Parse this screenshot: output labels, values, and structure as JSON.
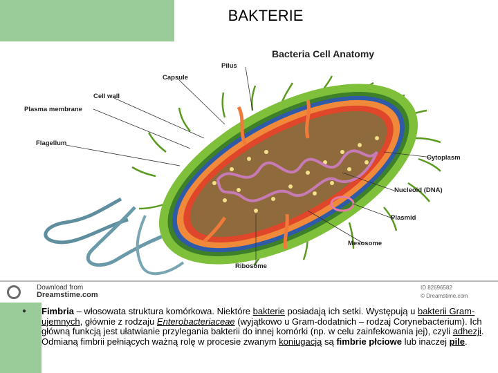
{
  "slide": {
    "title": "BAKTERIE"
  },
  "figure": {
    "title": "Bacteria Cell Anatomy",
    "labels": {
      "pilus": "Pilus",
      "capsule": "Capsule",
      "cell_wall": "Cell wall",
      "plasma_membrane": "Plasma membrane",
      "flagellum": "Flagellum",
      "cytoplasm": "Cytoplasm",
      "nucleoid": "Nucleoid (DNA)",
      "plasmid": "Plasmid",
      "mesosome": "Mesosome",
      "ribosome": "Ribosome"
    },
    "watermark": {
      "line1": "Download from",
      "line2": "Dreamstime.com",
      "id1": "ID 82696582",
      "id2": "© Dreamstime.com"
    }
  },
  "text": {
    "bullet": "●",
    "p1": "Fimbria",
    "p2": " – włosowata struktura komórkowa. Niektóre ",
    "p3": "bakterie",
    "p4": " posiadają ich setki. Występują u ",
    "p5": "bakterii Gram-ujemnych",
    "p6": ", głównie z rodzaju ",
    "p7": "Enterobacteriaceae",
    "p8": " (wyjątkowo u Gram-dodatnich – rodzaj Corynebacterium). Ich główną funkcją jest ułatwianie przylegania bakterii do innej komórki (np. w celu zainfekowania jej), czyli ",
    "p9": "adhezji",
    "p10": ". Odmianą fimbrii pełniących ważną rolę w procesie zwanym ",
    "p11": "koniugacją",
    "p12": " są ",
    "p13": "fimbrie płciowe",
    "p14": " lub inaczej ",
    "p15": "pile",
    "p16": "."
  }
}
